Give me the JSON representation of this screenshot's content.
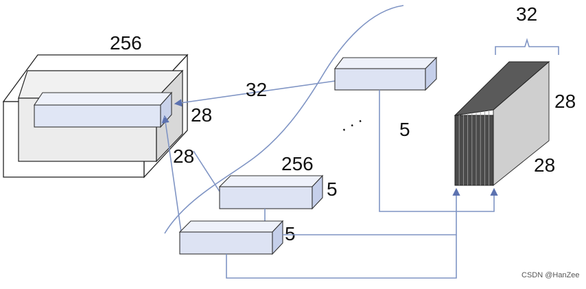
{
  "labels": {
    "input_depth": "256",
    "input_height": "28",
    "input_width": "28",
    "filter_count_mid": "32",
    "filter_top_size": "5",
    "filter_mid_depth": "256",
    "filter_mid_size": "5",
    "filter_bottom_size": "5",
    "output_depth": "32",
    "output_height": "28",
    "output_width": "28",
    "ellipsis": ". . ."
  },
  "watermark": "CSDN @HanZee",
  "colors": {
    "line": "#7f94c4",
    "filter_fill": "#dde3f3",
    "filter_stroke": "#333333",
    "output_fill": "#cfcfcf",
    "output_slices": "#3a3a3a"
  }
}
